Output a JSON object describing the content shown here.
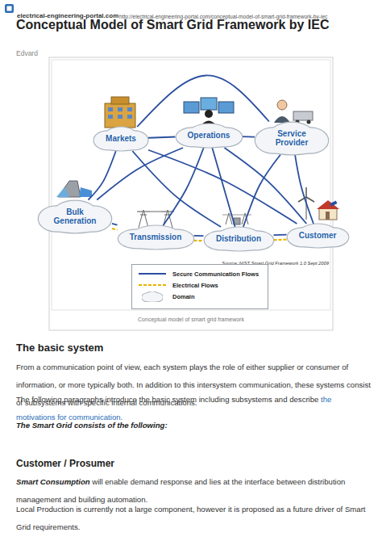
{
  "diagram": {
    "title": "Conceptual Model of Smart Grid Framework by IEC",
    "caption": "Conceptual model of smart grid framework",
    "nodes": [
      {
        "text": [
          "Markets"
        ]
      },
      {
        "text": [
          "Operations"
        ]
      },
      {
        "text": [
          "Service Provider"
        ]
      },
      {
        "text": [
          "Bulk Generation"
        ]
      },
      {
        "text": [
          "Transmission"
        ]
      },
      {
        "text": [
          "Distribution"
        ]
      },
      {
        "text": [
          "Customer"
        ]
      }
    ],
    "edges": [
      {
        "from": 0,
        "to": 1,
        "arrow": "none"
      },
      {
        "from": 1,
        "to": 2,
        "arrow": "none"
      },
      {
        "from": 0,
        "to": 2,
        "arrow": "none"
      },
      {
        "from": 0,
        "to": 3,
        "arrow": "none"
      },
      {
        "from": 0,
        "to": 5,
        "arrow": "none"
      },
      {
        "from": 0,
        "to": 6,
        "arrow": "none"
      },
      {
        "from": 1,
        "to": 3,
        "arrow": "none"
      },
      {
        "from": 1,
        "to": 4,
        "arrow": "none"
      },
      {
        "from": 1,
        "to": 5,
        "arrow": "none"
      },
      {
        "from": 1,
        "to": 6,
        "arrow": "none"
      },
      {
        "from": 2,
        "to": 6,
        "arrow": "none"
      },
      {
        "from": 2,
        "to": 5,
        "arrow": "none"
      },
      {
        "from": 3,
        "to": 4,
        "arrow": "none"
      },
      {
        "from": 4,
        "to": 5,
        "arrow": "none"
      },
      {
        "from": 5,
        "to": 6,
        "arrow": "none"
      },
      {
        "from": 3,
        "to": 4,
        "arrow": "none"
      },
      {
        "from": 4,
        "to": 5,
        "arrow": "none"
      },
      {
        "from": 5,
        "to": 6,
        "arrow": "none"
      }
    ],
    "labels": [
      "electrical-engineering-portal.com",
      "http://electrical-engineering-portal.com/conceptual-model-of-smart-grid-framework-by-iec",
      "Edvard",
      "Source: NIST Smart Grid Framework 1.0 Sept 2009",
      "The basic system",
      "From a communication point of view, each system plays the role of either supplier or consumer of information, or more typically both. In addition to this intersystem communication, these systems consist of subsystems with specific internal communications.",
      "The following paragraphs introduce the basic system including subsystems and describe",
      "the motivations for communication.",
      "The Smart Grid consists of the following:",
      "Customer / Prosumer",
      "Smart Consumption",
      "will enable demand response and lies at the interface between distribution management and building automation.",
      "Local Production is currently not a large component, however it is proposed as a future driver of Smart Grid requirements."
    ],
    "legend": [
      {
        "text": "Secure Communication Flows"
      },
      {
        "text": "Electrical Flows"
      },
      {
        "text": "Domain"
      }
    ]
  }
}
